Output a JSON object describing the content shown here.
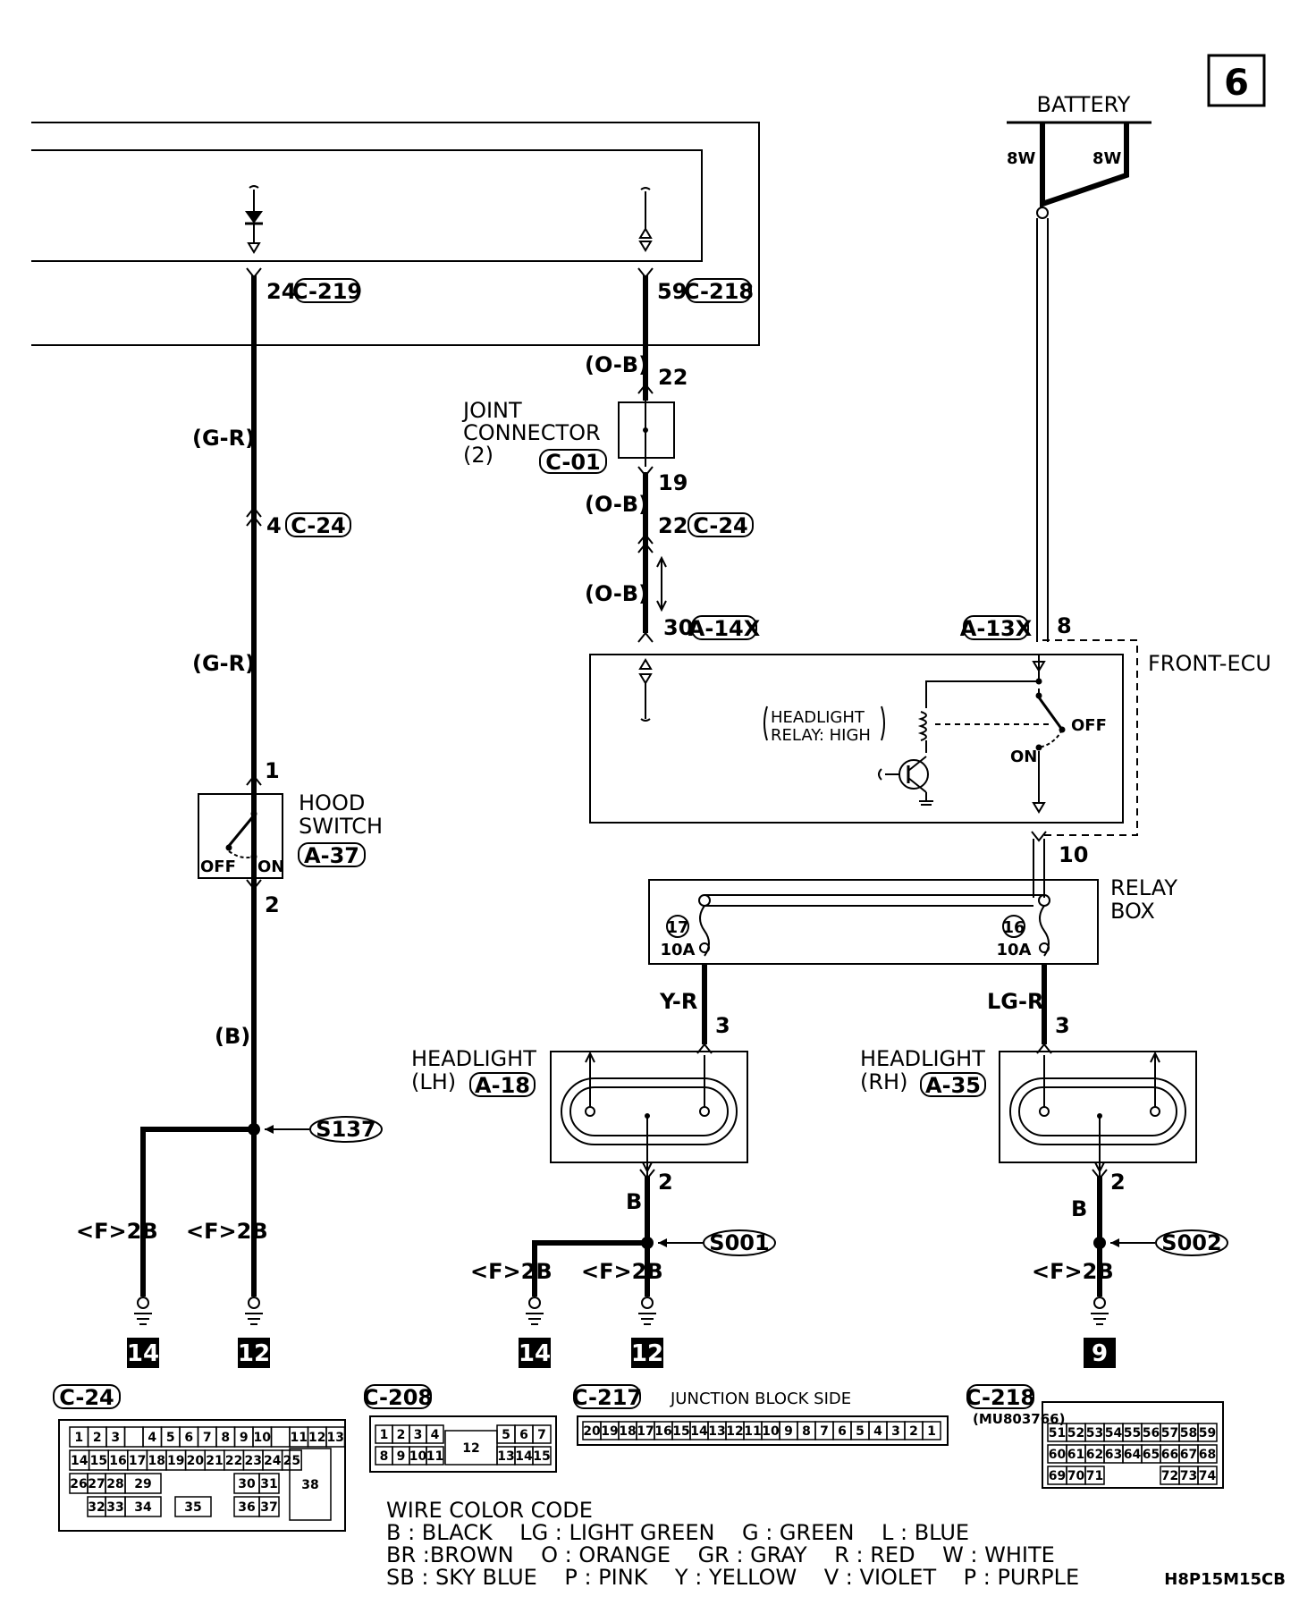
{
  "page_number": "6",
  "battery": {
    "label": "BATTERY",
    "left_wire": "8W",
    "right_wire": "8W"
  },
  "connectors": {
    "c219": {
      "pin": "24",
      "name": "C-219"
    },
    "c218": {
      "pin": "59",
      "name": "C-218"
    },
    "c24_left": {
      "pin": "4",
      "name": "C-24"
    },
    "c24_mid": {
      "pin": "22",
      "name": "C-24"
    },
    "a14x": {
      "pin": "30",
      "name": "A-14X"
    },
    "a13x": {
      "pin": "8",
      "name": "A-13X"
    }
  },
  "wires": {
    "g_r_1": "(G-R)",
    "g_r_2": "(G-R)",
    "o_b_1": "(O-B)",
    "o_b_2": "(O-B)",
    "o_b_3": "(O-B)",
    "b_paren": "(B)",
    "y_r": "Y-R",
    "lg_r": "LG-R",
    "b_lh": "B",
    "b_rh": "B"
  },
  "joint_connector": {
    "line1": "JOINT",
    "line2": "CONNECTOR",
    "line3": "(2)",
    "name": "C-01",
    "pin_top": "22",
    "pin_bottom": "19"
  },
  "front_ecu": {
    "label": "FRONT-ECU",
    "relay_line1": "HEADLIGHT",
    "relay_line2": "RELAY: HIGH",
    "off": "OFF",
    "on": "ON",
    "pin_out": "10"
  },
  "hood_switch": {
    "line1": "HOOD",
    "line2": "SWITCH",
    "name": "A-37",
    "pin_top": "1",
    "pin_bottom": "2",
    "off": "OFF",
    "on": "ON"
  },
  "relay_box": {
    "line1": "RELAY",
    "line2": "BOX",
    "fuse_left_num": "17",
    "fuse_left_amp": "10A",
    "fuse_right_num": "16",
    "fuse_right_amp": "10A"
  },
  "headlight_lh": {
    "line1": "HEADLIGHT",
    "line2": "(LH)",
    "name": "A-18",
    "pin_in": "3",
    "pin_out": "2"
  },
  "headlight_rh": {
    "line1": "HEADLIGHT",
    "line2": "(RH)",
    "name": "A-35",
    "pin_in": "3",
    "pin_out": "2"
  },
  "splices": {
    "s137": "S137",
    "s001": "S001",
    "s002": "S002"
  },
  "grounds": {
    "g1_wire": "<F>2B",
    "g1_num": "14",
    "g2_wire": "<F>2B",
    "g2_num": "12",
    "g3_wire": "<F>2B",
    "g3_num": "14",
    "g4_wire": "<F>2B",
    "g4_num": "12",
    "g5_wire": "<F>2B",
    "g5_num": "9"
  },
  "connector_views": {
    "c24": {
      "name": "C-24",
      "row1": [
        "1",
        "2",
        "3",
        "",
        "4",
        "5",
        "6",
        "7",
        "8",
        "9",
        "10",
        "",
        "11",
        "12",
        "13"
      ],
      "row2": [
        "14",
        "15",
        "16",
        "17",
        "18",
        "19",
        "20",
        "21",
        "22",
        "23",
        "24",
        "25"
      ],
      "row3": [
        "26",
        "27",
        "28",
        "29",
        "30",
        "31"
      ],
      "row4": [
        "32",
        "33",
        "34",
        "35",
        "36",
        "37"
      ],
      "big": "38"
    },
    "c208": {
      "name": "C-208",
      "row1": [
        "1",
        "2",
        "3",
        "4",
        "5",
        "6",
        "7"
      ],
      "row2": [
        "8",
        "9",
        "10",
        "11",
        "13",
        "14",
        "15"
      ],
      "big": "12"
    },
    "c217": {
      "name": "C-217",
      "caption": "JUNCTION BLOCK SIDE",
      "row": [
        "20",
        "19",
        "18",
        "17",
        "16",
        "15",
        "14",
        "13",
        "12",
        "11",
        "10",
        "9",
        "8",
        "7",
        "6",
        "5",
        "4",
        "3",
        "2",
        "1"
      ]
    },
    "c218": {
      "name": "C-218",
      "part": "(MU803766)",
      "row1": [
        "51",
        "52",
        "53",
        "54",
        "55",
        "56",
        "57",
        "58",
        "59"
      ],
      "row2": [
        "60",
        "61",
        "62",
        "63",
        "64",
        "65",
        "66",
        "67",
        "68"
      ],
      "row3a": [
        "69",
        "70",
        "71"
      ],
      "row3b": [
        "72",
        "73",
        "74"
      ]
    }
  },
  "color_code": {
    "title": "WIRE COLOR CODE",
    "line1": "B : BLACK    LG : LIGHT GREEN    G : GREEN    L : BLUE",
    "line2": "BR :BROWN    O : ORANGE    GR : GRAY    R : RED    W : WHITE",
    "line3": "SB : SKY BLUE    P : PINK    Y : YELLOW    V : VIOLET    P : PURPLE"
  },
  "doc_code": "H8P15M15CB"
}
